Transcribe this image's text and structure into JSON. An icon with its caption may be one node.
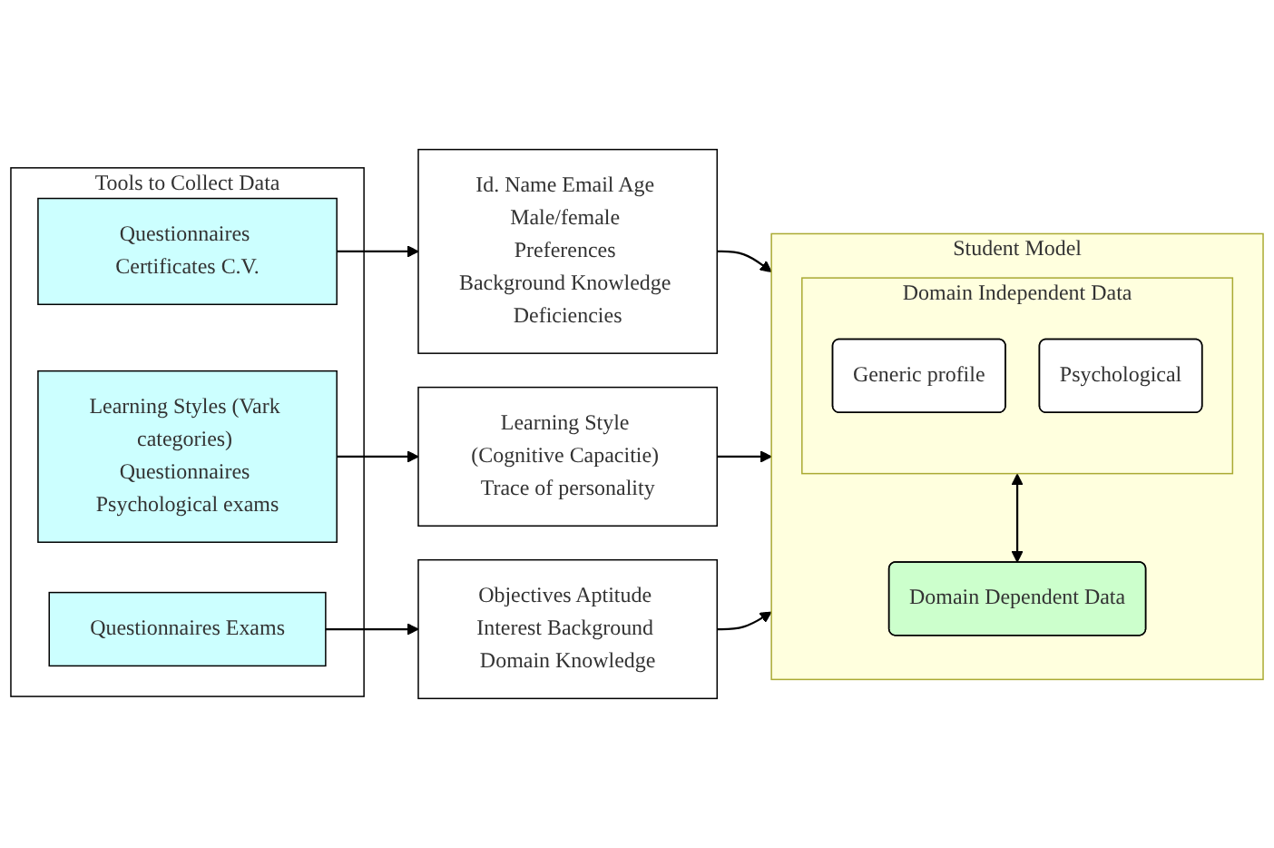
{
  "diagram": {
    "nodes": [
      {
        "text": [
          "Tools to Collect Data"
        ]
      },
      {
        "text": [
          "Questionnaires Certificates C.V."
        ],
        "in": 0
      },
      {
        "text": [
          "Learning Styles (Vark categories) Questionnaires Psychological exams"
        ],
        "in": 0
      },
      {
        "text": [
          "Questionnaires Exams"
        ],
        "in": 0
      },
      {
        "text": [
          "Id. Name Email Age Male/female Preferences Background Knowledge Deficiencies"
        ]
      },
      {
        "text": [
          "Learning Style (Cognitive Capacitie) Trace of personality"
        ]
      },
      {
        "text": [
          "Objectives Aptitude Interest Background Domain Knowledge"
        ]
      },
      {
        "text": [
          "Student Model"
        ]
      },
      {
        "text": [
          "Domain Independent Data"
        ],
        "in": 7
      },
      {
        "text": [
          "Generic profile"
        ],
        "in": 8
      },
      {
        "text": [
          "Psychological"
        ],
        "in": 8
      },
      {
        "text": [
          "Domain Dependent Data"
        ],
        "in": 7
      }
    ],
    "edges": [
      {
        "from": 1,
        "to": 4,
        "arrow": "to"
      },
      {
        "from": 2,
        "to": 5,
        "arrow": "to"
      },
      {
        "from": 3,
        "to": 6,
        "arrow": "to"
      },
      {
        "from": 4,
        "to": 7,
        "arrow": "to"
      },
      {
        "from": 5,
        "to": 7,
        "arrow": "to"
      },
      {
        "from": 6,
        "to": 7,
        "arrow": "to"
      },
      {
        "from": 8,
        "to": 11,
        "arrow": "both"
      }
    ]
  }
}
